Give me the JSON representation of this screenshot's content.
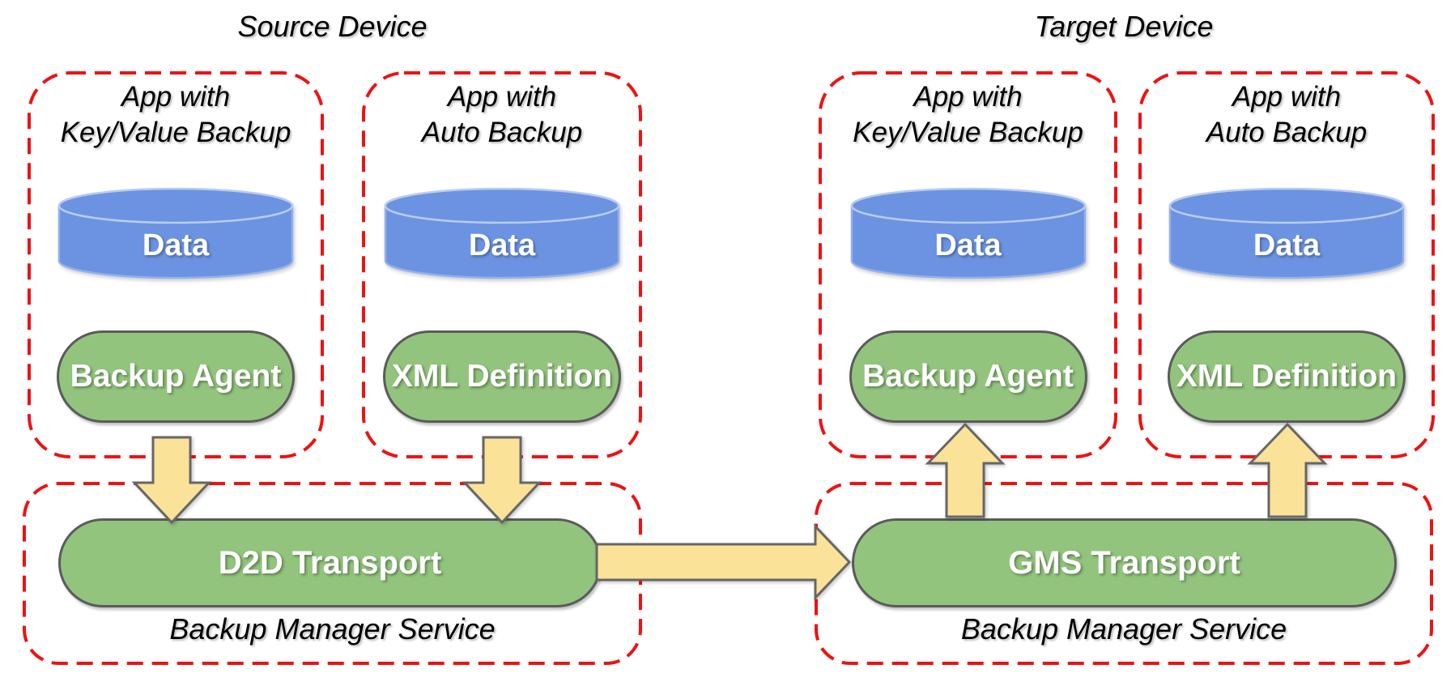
{
  "colors": {
    "box_dash": "#ee1212",
    "component_fill": "#93c47d",
    "component_border": "#5b5b5b",
    "data_fill": "#6b93e1",
    "data_border": "#93b1ea",
    "data_top_border": "#b9cbf2",
    "arrow_fill": "#fbe299",
    "arrow_border": "#666666",
    "label_text": "#000000",
    "pill_text": "#ffffff"
  },
  "source": {
    "title": "Source Device",
    "apps": [
      {
        "title_line1": "App with",
        "title_line2": "Key/Value Backup",
        "data_label": "Data",
        "component": "Backup Agent"
      },
      {
        "title_line1": "App with",
        "title_line2": "Auto Backup",
        "data_label": "Data",
        "component": "XML Definition"
      }
    ],
    "service": {
      "transport": "D2D Transport",
      "label": "Backup Manager Service"
    }
  },
  "target": {
    "title": "Target Device",
    "apps": [
      {
        "title_line1": "App with",
        "title_line2": "Key/Value Backup",
        "data_label": "Data",
        "component": "Backup Agent"
      },
      {
        "title_line1": "App with",
        "title_line2": "Auto Backup",
        "data_label": "Data",
        "component": "XML Definition"
      }
    ],
    "service": {
      "transport": "GMS Transport",
      "label": "Backup Manager Service"
    }
  }
}
